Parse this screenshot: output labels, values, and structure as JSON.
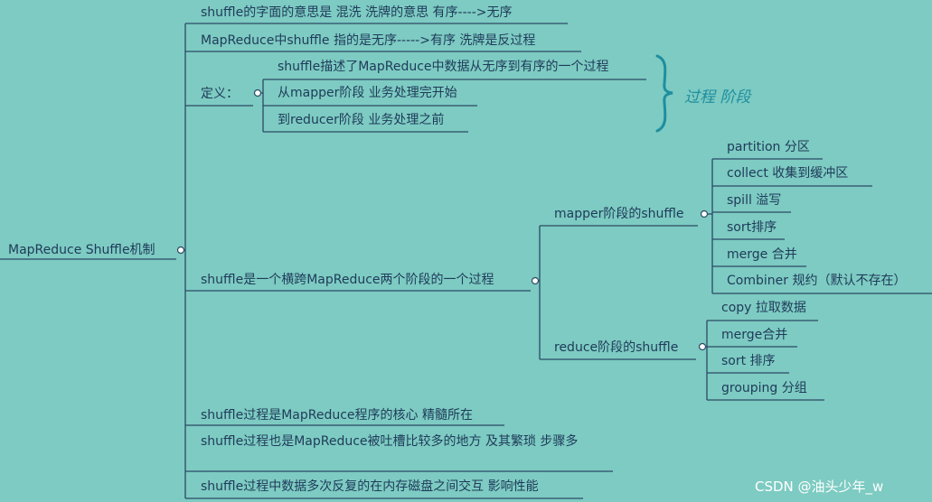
{
  "root": {
    "label": "MapReduce Shuffle机制"
  },
  "branches": {
    "literal": "shuffle的字面的意思是  混洗  洗牌的意思     有序---->无序",
    "in_mr": "MapReduce中shuffle  指的是无序----->有序   洗牌是反过程",
    "definition": {
      "label": "定义：",
      "items": [
        "shuffle描述了MapReduce中数据从无序到有序的一个过程",
        "从mapper阶段 业务处理完开始",
        "到reducer阶段  业务处理之前"
      ],
      "brace_label": "过程  阶段"
    },
    "cross_stage": {
      "label": "shuffle是一个横跨MapReduce两个阶段的一个过程",
      "mapper": {
        "label": "mapper阶段的shuffle",
        "items": [
          "partition 分区",
          "collect  收集到缓冲区",
          "spill 溢写",
          "sort排序",
          "merge 合并",
          "Combiner 规约（默认不存在）"
        ]
      },
      "reduce": {
        "label": "reduce阶段的shuffle",
        "items": [
          "copy 拉取数据",
          "merge合并",
          "sort  排序",
          "grouping 分组"
        ]
      }
    },
    "core": "shuffle过程是MapReduce程序的核心 精髓所在",
    "complaint": "shuffle过程也是MapReduce被吐槽比较多的地方  及其繁琐  步骤多",
    "perf": "shuffle过程中数据多次反复的在内存磁盘之间交互  影响性能"
  },
  "watermark": "CSDN @油头少年_w"
}
